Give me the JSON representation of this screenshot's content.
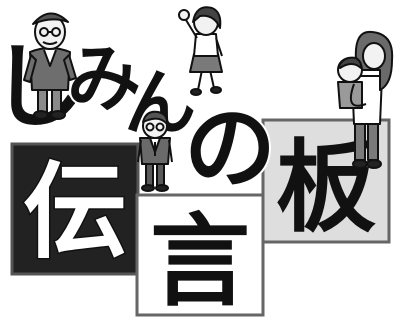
{
  "title": {
    "chars": [
      "じ",
      "み",
      "ん",
      "の",
      "伝",
      "言",
      "板"
    ]
  },
  "colors": {
    "ink": "#111111",
    "panel_dark": "#222222",
    "panel_light": "#dedede",
    "panel_white": "#ffffff",
    "panel_border": "#666666",
    "skin": "#f2f2f2"
  },
  "figures": [
    {
      "id": "elderly-man",
      "icon": "elderly-man-figure"
    },
    {
      "id": "waving-girl",
      "icon": "waving-girl-figure"
    },
    {
      "id": "boy-in-suit",
      "icon": "boy-in-suit-figure"
    },
    {
      "id": "mother-with-baby",
      "icon": "mother-holding-baby-figure"
    }
  ]
}
